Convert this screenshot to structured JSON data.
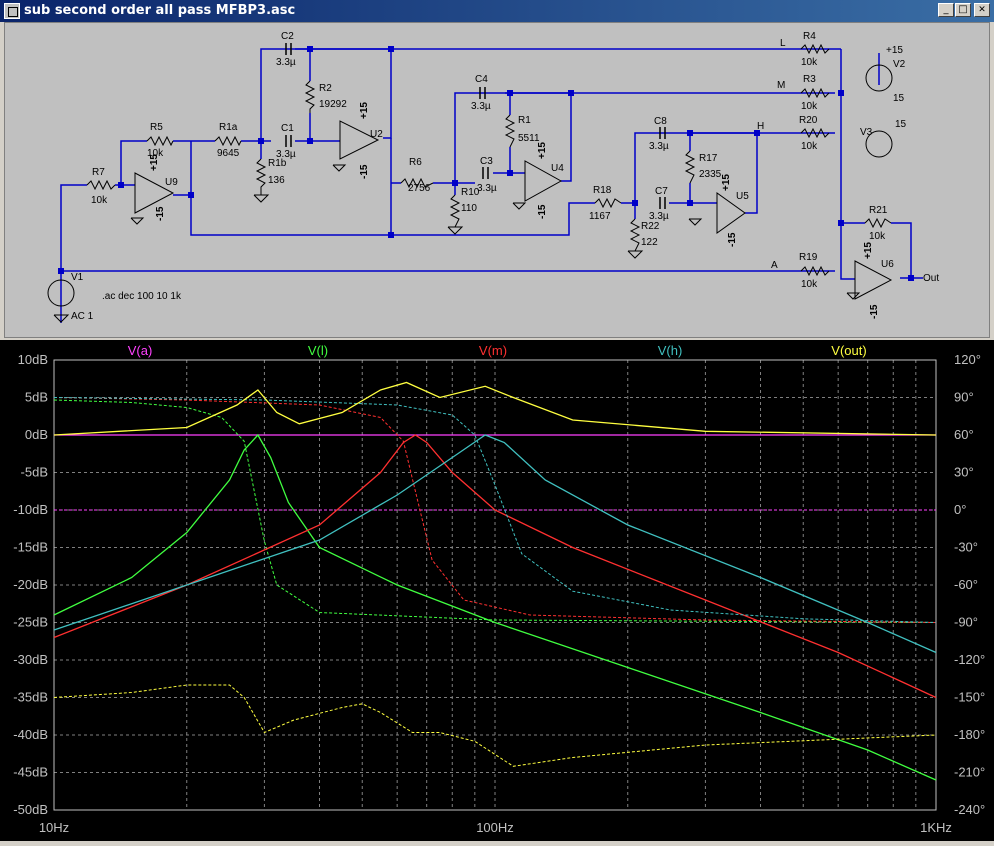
{
  "window": {
    "title": "sub second order all pass MFBP3.asc",
    "min": "_",
    "max": "□",
    "close": "✕"
  },
  "schematic": {
    "components": {
      "R5": "R5",
      "R5v": "10k",
      "R7": "R7",
      "R7v": "10k",
      "R1a": "R1a",
      "R1av": "9645",
      "R1b": "R1b",
      "R1bv": "136",
      "C2": "C2",
      "C2v": "3.3µ",
      "R2": "R2",
      "R2v": "19292",
      "C1": "C1",
      "C1v": "3.3µ",
      "U2": "U2",
      "U9": "U9",
      "R6": "R6",
      "R6v": "2756",
      "C4": "C4",
      "C4v": "3.3µ",
      "R1": "R1",
      "R1v": "5511",
      "C3": "C3",
      "C3v": "3.3µ",
      "R10": "R10",
      "R10v": "110",
      "U4": "U4",
      "R18": "R18",
      "R18v": "1167",
      "C8": "C8",
      "C8v": "3.3µ",
      "R17": "R17",
      "R17v": "2335",
      "C7": "C7",
      "C7v": "3.3µ",
      "R22": "R22",
      "R22v": "122",
      "U5": "U5",
      "R4": "R4",
      "R4v": "10k",
      "R3": "R3",
      "R3v": "10k",
      "R20": "R20",
      "R20v": "10k",
      "R19": "R19",
      "R19v": "10k",
      "R21": "R21",
      "R21v": "10k",
      "U6": "U6",
      "V1": "V1",
      "V1v": "AC 1",
      "V2": "V2",
      "V2v": "15",
      "V3": "V3",
      "V3v": "15"
    },
    "nets": {
      "L": "L",
      "M": "M",
      "H": "H",
      "A": "A",
      "out": "Out"
    },
    "supply_pos": "+15",
    "supply_neg": "-15",
    "v2_plus": "+15",
    "v3_top": "15",
    "directive": ".ac dec 100 10 1k"
  },
  "chart_data": {
    "type": "line",
    "x_scale": "log",
    "xlim": [
      10,
      1000
    ],
    "ylim_left": [
      -50,
      10
    ],
    "ylim_right": [
      -240,
      120
    ],
    "y_left_ticks": [
      "10dB",
      "5dB",
      "0dB",
      "-5dB",
      "-10dB",
      "-15dB",
      "-20dB",
      "-25dB",
      "-30dB",
      "-35dB",
      "-40dB",
      "-45dB",
      "-50dB"
    ],
    "y_right_ticks": [
      "120°",
      "90°",
      "60°",
      "30°",
      "0°",
      "-30°",
      "-60°",
      "-90°",
      "-120°",
      "-150°",
      "-180°",
      "-210°",
      "-240°"
    ],
    "x_ticks": [
      "10Hz",
      "100Hz",
      "1KHz"
    ],
    "grid": true,
    "series": [
      {
        "name": "V(a)",
        "color": "#ff40ff",
        "mag_db": [
          [
            10,
            0
          ],
          [
            1000,
            0
          ]
        ],
        "phase_deg": [
          [
            10,
            0
          ],
          [
            1000,
            0
          ]
        ]
      },
      {
        "name": "V(l)",
        "color": "#40ff40",
        "mag_db": [
          [
            10,
            -24
          ],
          [
            15,
            -19
          ],
          [
            20,
            -13
          ],
          [
            25,
            -6
          ],
          [
            27,
            -2
          ],
          [
            29,
            0
          ],
          [
            31,
            -3
          ],
          [
            34,
            -9
          ],
          [
            40,
            -15
          ],
          [
            60,
            -20
          ],
          [
            100,
            -25
          ],
          [
            200,
            -31
          ],
          [
            400,
            -37
          ],
          [
            700,
            -42
          ],
          [
            1000,
            -46
          ]
        ],
        "phase_deg": [
          [
            10,
            88
          ],
          [
            15,
            86
          ],
          [
            20,
            82
          ],
          [
            24,
            74
          ],
          [
            27,
            55
          ],
          [
            30,
            -25
          ],
          [
            32,
            -60
          ],
          [
            40,
            -82
          ],
          [
            100,
            -88
          ],
          [
            1000,
            -90
          ]
        ]
      },
      {
        "name": "V(m)",
        "color": "#ff3030",
        "mag_db": [
          [
            10,
            -27
          ],
          [
            20,
            -20
          ],
          [
            40,
            -12
          ],
          [
            55,
            -5
          ],
          [
            62,
            -1
          ],
          [
            66,
            0
          ],
          [
            70,
            -1
          ],
          [
            80,
            -5
          ],
          [
            100,
            -10
          ],
          [
            150,
            -15
          ],
          [
            300,
            -22
          ],
          [
            600,
            -29
          ],
          [
            1000,
            -35
          ]
        ],
        "phase_deg": [
          [
            10,
            90
          ],
          [
            20,
            88
          ],
          [
            40,
            84
          ],
          [
            55,
            74
          ],
          [
            62,
            55
          ],
          [
            66,
            15
          ],
          [
            72,
            -40
          ],
          [
            85,
            -72
          ],
          [
            120,
            -84
          ],
          [
            300,
            -88
          ],
          [
            1000,
            -90
          ]
        ]
      },
      {
        "name": "V(h)",
        "color": "#40c0c0",
        "mag_db": [
          [
            10,
            -26
          ],
          [
            20,
            -20
          ],
          [
            40,
            -14
          ],
          [
            60,
            -8
          ],
          [
            80,
            -3
          ],
          [
            95,
            0
          ],
          [
            105,
            -1
          ],
          [
            130,
            -6
          ],
          [
            200,
            -12
          ],
          [
            400,
            -19
          ],
          [
            700,
            -25
          ],
          [
            1000,
            -29
          ]
        ],
        "phase_deg": [
          [
            10,
            90
          ],
          [
            30,
            88
          ],
          [
            60,
            84
          ],
          [
            80,
            76
          ],
          [
            90,
            60
          ],
          [
            100,
            20
          ],
          [
            115,
            -35
          ],
          [
            150,
            -65
          ],
          [
            250,
            -80
          ],
          [
            500,
            -87
          ],
          [
            1000,
            -90
          ]
        ]
      },
      {
        "name": "V(out)",
        "color": "#ffff40",
        "mag_db": [
          [
            10,
            0
          ],
          [
            20,
            1
          ],
          [
            26,
            4
          ],
          [
            29,
            6
          ],
          [
            32,
            3
          ],
          [
            36,
            1.5
          ],
          [
            45,
            3
          ],
          [
            55,
            6
          ],
          [
            63,
            7
          ],
          [
            75,
            5
          ],
          [
            95,
            6.5
          ],
          [
            110,
            5
          ],
          [
            150,
            2
          ],
          [
            300,
            0.5
          ],
          [
            1000,
            0
          ]
        ],
        "phase_deg": [
          [
            10,
            -150
          ],
          [
            15,
            -146
          ],
          [
            20,
            -140
          ],
          [
            25,
            -140
          ],
          [
            27,
            -150
          ],
          [
            30,
            -178
          ],
          [
            35,
            -168
          ],
          [
            45,
            -158
          ],
          [
            50,
            -155
          ],
          [
            55,
            -162
          ],
          [
            65,
            -178
          ],
          [
            75,
            -178
          ],
          [
            90,
            -185
          ],
          [
            110,
            -205
          ],
          [
            150,
            -198
          ],
          [
            300,
            -188
          ],
          [
            1000,
            -180
          ]
        ]
      }
    ]
  }
}
